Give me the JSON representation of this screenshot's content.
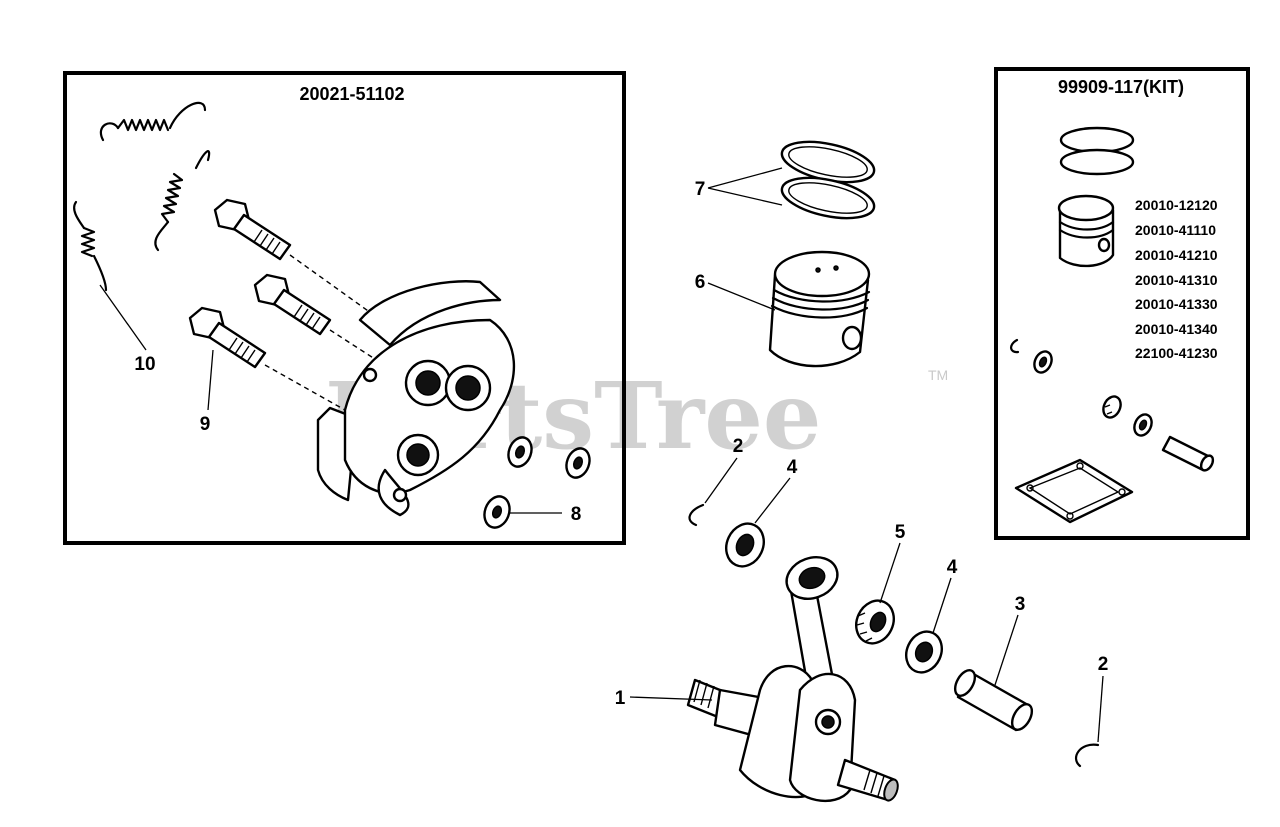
{
  "watermark": {
    "text": "PartsTree",
    "trademark": "TM"
  },
  "clutch_box": {
    "title": "20021-51102"
  },
  "kit_box": {
    "title": "99909-117(KIT)",
    "part_numbers": [
      "20010-12120",
      "20010-41110",
      "20010-41210",
      "20010-41310",
      "20010-41330",
      "20010-41340",
      "22100-41230"
    ]
  },
  "callouts": {
    "crankshaft": "1",
    "circlip_left": "2",
    "circlip_right": "2",
    "piston_pin": "3",
    "washer_left": "4",
    "washer_right": "4",
    "needle_bearing": "5",
    "piston": "6",
    "piston_rings": "7",
    "clutch_washer": "8",
    "clutch_bolt": "9",
    "clutch_spring": "10"
  }
}
